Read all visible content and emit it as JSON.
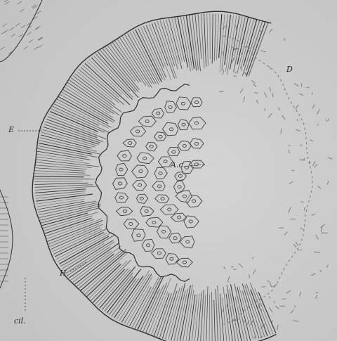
{
  "labels": {
    "e": "E",
    "ac": "A.c.",
    "h": "H.",
    "d": "D",
    "cil": "cil."
  },
  "colors": {
    "background": "#c9c9c9",
    "ink": "#2f2f2f",
    "faint_ink": "#6b6b6b",
    "cell_fill": "#cfcfcf"
  }
}
